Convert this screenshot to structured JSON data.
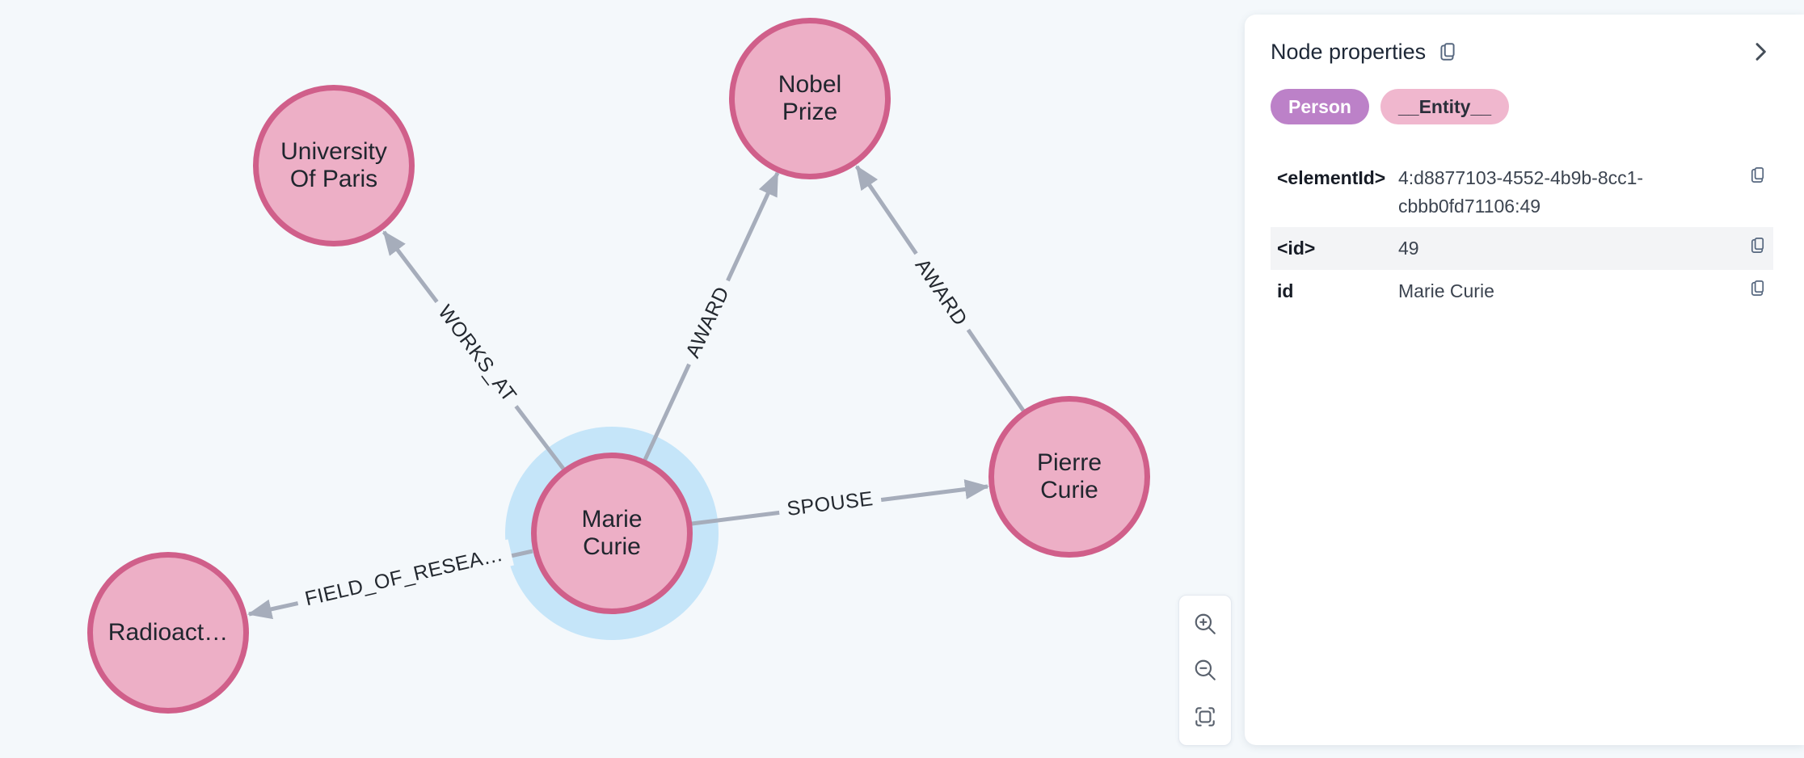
{
  "graph": {
    "nodes": [
      {
        "caption": "University\nOf Paris"
      },
      {
        "caption": "Nobel\nPrize"
      },
      {
        "caption": "Marie\nCurie",
        "selected": true
      },
      {
        "caption": "Pierre\nCurie"
      },
      {
        "caption": "Radioact…"
      }
    ],
    "relationships": [
      {
        "type": "WORKS_AT",
        "from": "Marie Curie",
        "to": "University Of Paris"
      },
      {
        "type": "AWARD",
        "from": "Marie Curie",
        "to": "Nobel Prize"
      },
      {
        "type": "AWARD",
        "from": "Pierre Curie",
        "to": "Nobel Prize"
      },
      {
        "type": "SPOUSE",
        "from": "Marie Curie",
        "to": "Pierre Curie"
      },
      {
        "type": "FIELD_OF_RESEA…",
        "from": "Marie Curie",
        "to": "Radioact…"
      }
    ],
    "colors": {
      "canvas_background": "#F4F8FB",
      "node_fill": "#EDAFC6",
      "node_border": "#D05F8A",
      "selected_halo": "#C5E5F9",
      "edge": "#A6ADBB"
    }
  },
  "panel": {
    "title": "Node properties",
    "labels": [
      {
        "text": "Person",
        "color": "#BC81C8"
      },
      {
        "text": "__Entity__",
        "color": "#F0B7CE"
      }
    ],
    "properties": [
      {
        "key": "<elementId>",
        "value": "4:d8877103-4552-4b9b-8cc1-cbbb0fd71106:49"
      },
      {
        "key": "<id>",
        "value": "49"
      },
      {
        "key": "id",
        "value": "Marie Curie"
      }
    ]
  }
}
